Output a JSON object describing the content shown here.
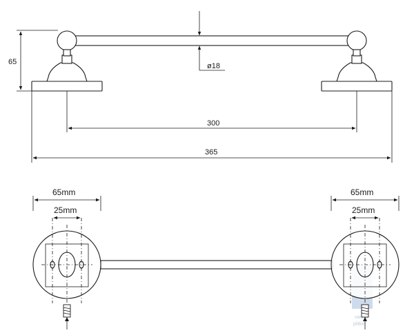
{
  "dimensions": {
    "height": "65",
    "diameter": "ø18",
    "span": "300",
    "overall": "365",
    "base_left": "65mm",
    "hole_left": "25mm",
    "base_right": "65mm",
    "hole_right": "25mm"
  },
  "colors": {
    "line": "#1a1a1a",
    "watermark": "#c8d8ea"
  },
  "icons": [
    "wall-screw-icon",
    "mounting-hole-icon"
  ]
}
